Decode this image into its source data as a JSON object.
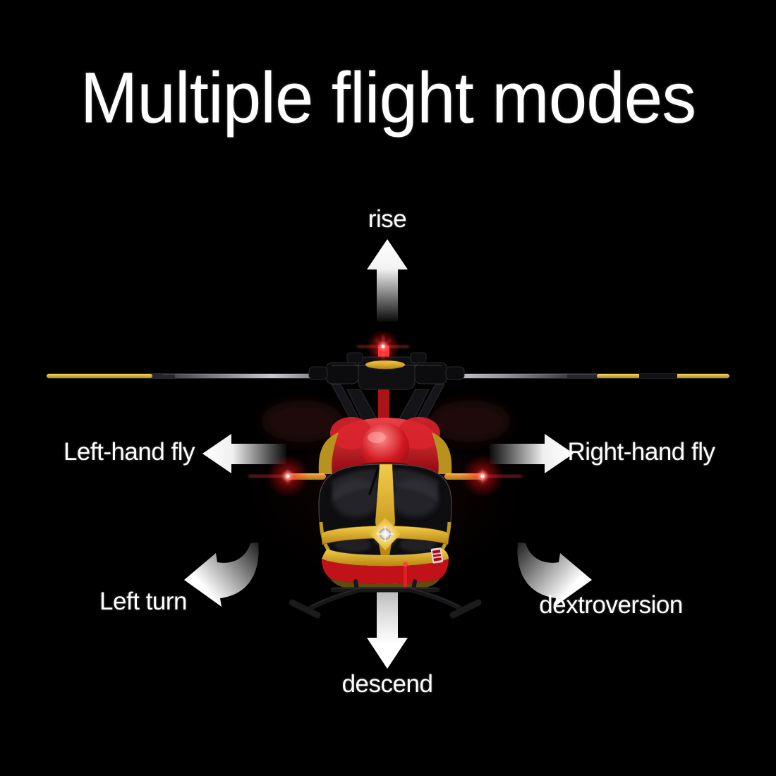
{
  "title": "Multiple flight modes",
  "modes": {
    "rise": {
      "label": "rise",
      "direction": "up"
    },
    "left_hand_fly": {
      "label": "Left-hand fly",
      "direction": "left"
    },
    "right_hand_fly": {
      "label": "Right-hand fly",
      "direction": "right"
    },
    "left_turn": {
      "label": "Left turn",
      "direction": "counterclockwise"
    },
    "dextroversion": {
      "label": "dextroversion",
      "direction": "clockwise"
    },
    "descend": {
      "label": "descend",
      "direction": "down"
    }
  },
  "colors": {
    "background": "#000000",
    "text": "#ffffff",
    "arrow_white": "#ffffff",
    "helicopter_red": "#d41f26",
    "helicopter_yellow": "#e8b932",
    "rotor_blade_yellow": "#e6c832",
    "warning_light_red": "#ff2a2a"
  }
}
